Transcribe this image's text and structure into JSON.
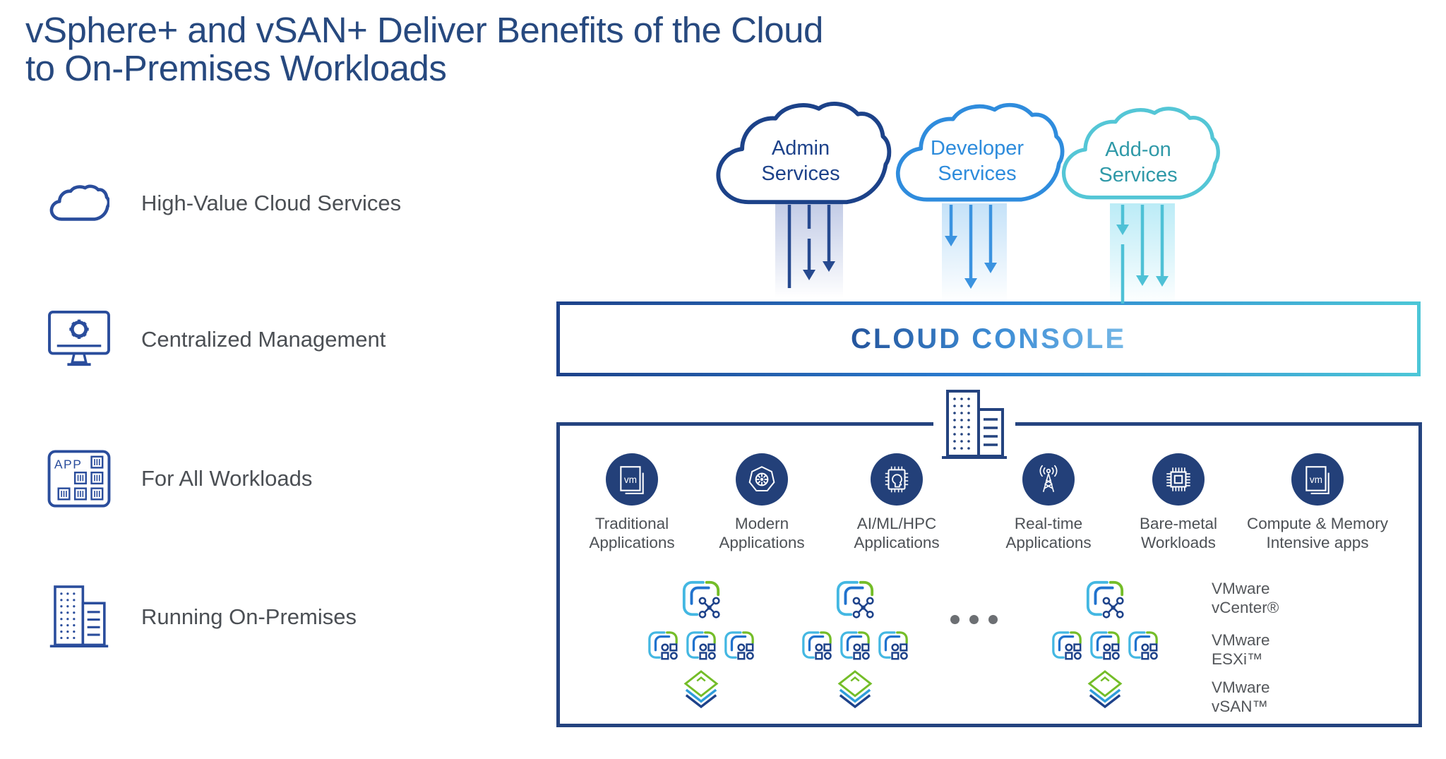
{
  "title": {
    "line1": "vSphere+ and vSAN+ Deliver Benefits of the Cloud",
    "line2": "to On-Premises Workloads"
  },
  "benefits": [
    {
      "label": "High-Value Cloud Services",
      "icon": "cloud-icon"
    },
    {
      "label": "Centralized Management",
      "icon": "monitor-gear-icon"
    },
    {
      "label": "For All Workloads",
      "icon": "app-grid-icon"
    },
    {
      "label": "Running On-Premises",
      "icon": "building-icon"
    }
  ],
  "clouds": [
    {
      "line1": "Admin",
      "line2": "Services",
      "color": "#1d428a"
    },
    {
      "line1": "Developer",
      "line2": "Services",
      "color": "#2e8cdc"
    },
    {
      "line1": "Add-on",
      "line2": "Services",
      "color": "#54c6d6"
    }
  ],
  "console": {
    "label": "CLOUD CONSOLE"
  },
  "workloads": [
    {
      "line1": "Traditional",
      "line2": "Applications",
      "icon": "vm-icon"
    },
    {
      "line1": "Modern",
      "line2": "Applications",
      "icon": "kubernetes-icon"
    },
    {
      "line1": "AI/ML/HPC",
      "line2": "Applications",
      "icon": "ai-chip-icon"
    },
    {
      "line1": "Real-time",
      "line2": "Applications",
      "icon": "antenna-icon"
    },
    {
      "line1": "Bare-metal",
      "line2": "Workloads",
      "icon": "chip-icon"
    },
    {
      "line1": "Compute & Memory",
      "line2": "Intensive apps",
      "icon": "vm-icon"
    }
  ],
  "products": [
    {
      "line1": "VMware",
      "line2": "vCenter®"
    },
    {
      "line1": "VMware",
      "line2": "ESXi™"
    },
    {
      "line1": "VMware",
      "line2": "vSAN™"
    }
  ],
  "colors": {
    "title_navy": "#27497f",
    "brand_navy": "#1d428a",
    "brand_blue": "#2e8cdc",
    "brand_teal": "#54c6d6",
    "circle_navy": "#234079",
    "text_gray": "#4d5156",
    "k8s_cyan": "#43b7e2",
    "k8s_blue": "#2173ce",
    "k8s_green": "#74bd28"
  }
}
